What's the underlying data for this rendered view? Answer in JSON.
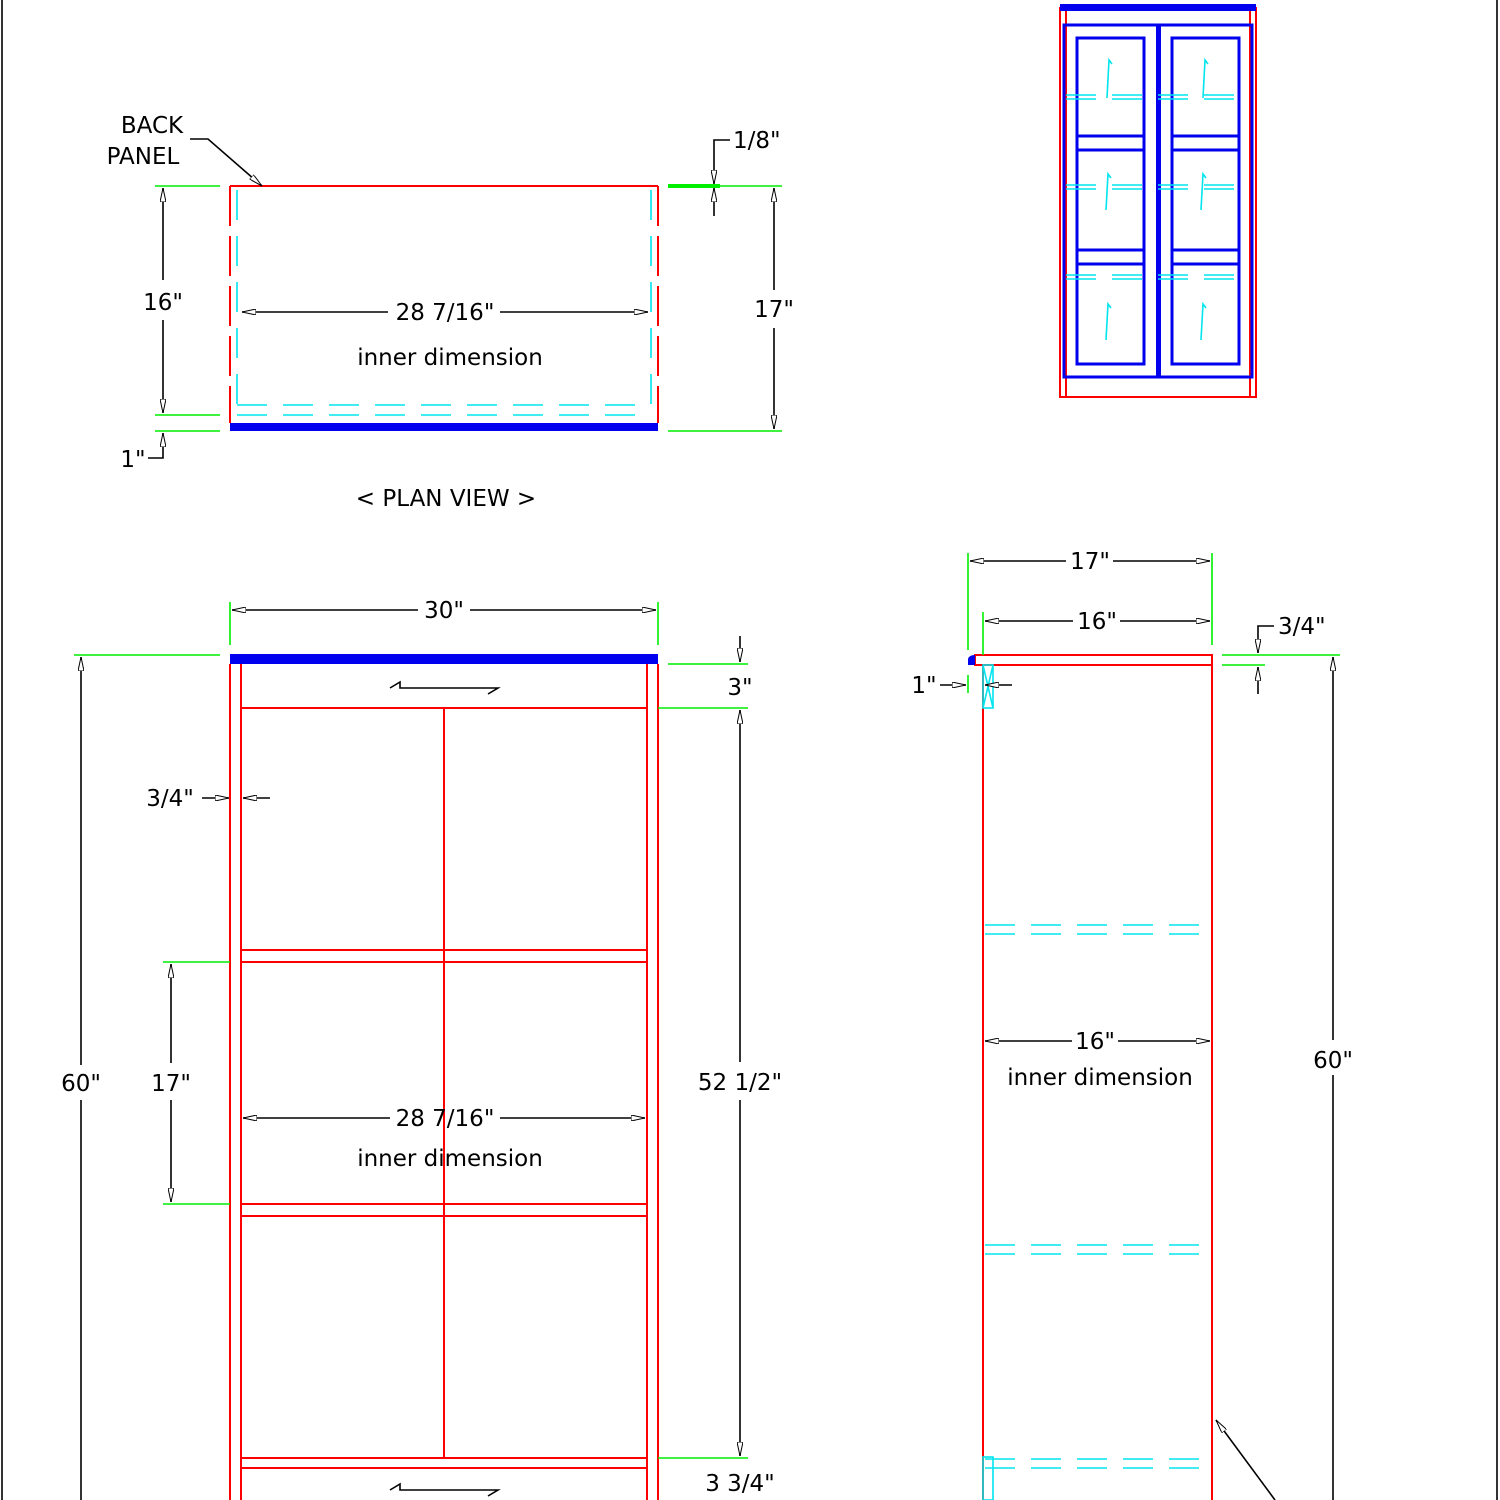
{
  "colors": {
    "part": "#ff0000",
    "panel": "#0000ee",
    "hidden": "#00e5ee",
    "extension": "#00ee00",
    "dimension": "#000000"
  },
  "plan_view": {
    "back_panel_line1": "BACK",
    "back_panel_line2": "PANEL",
    "back_thickness": "1/8\"",
    "inner_depth": "16\"",
    "inner_width": "28 7/16\"",
    "inner_label": "inner dimension",
    "total_depth": "17\"",
    "face_frame": "1\"",
    "title": "< PLAN VIEW >"
  },
  "front_view": {
    "width": "30\"",
    "height": "60\"",
    "top_rail": "3\"",
    "side_thickness": "3/4\"",
    "shelf_spacing": "17\"",
    "opening_height": "52 1/2\"",
    "inner_width": "28 7/16\"",
    "inner_label": "inner dimension",
    "bottom_rail": "3 3/4\""
  },
  "side_view": {
    "total_depth": "17\"",
    "case_depth": "16\"",
    "top_thickness": "3/4\"",
    "face_frame": "1\"",
    "inner_depth": "16\"",
    "inner_label": "inner dimension",
    "height": "60\""
  }
}
